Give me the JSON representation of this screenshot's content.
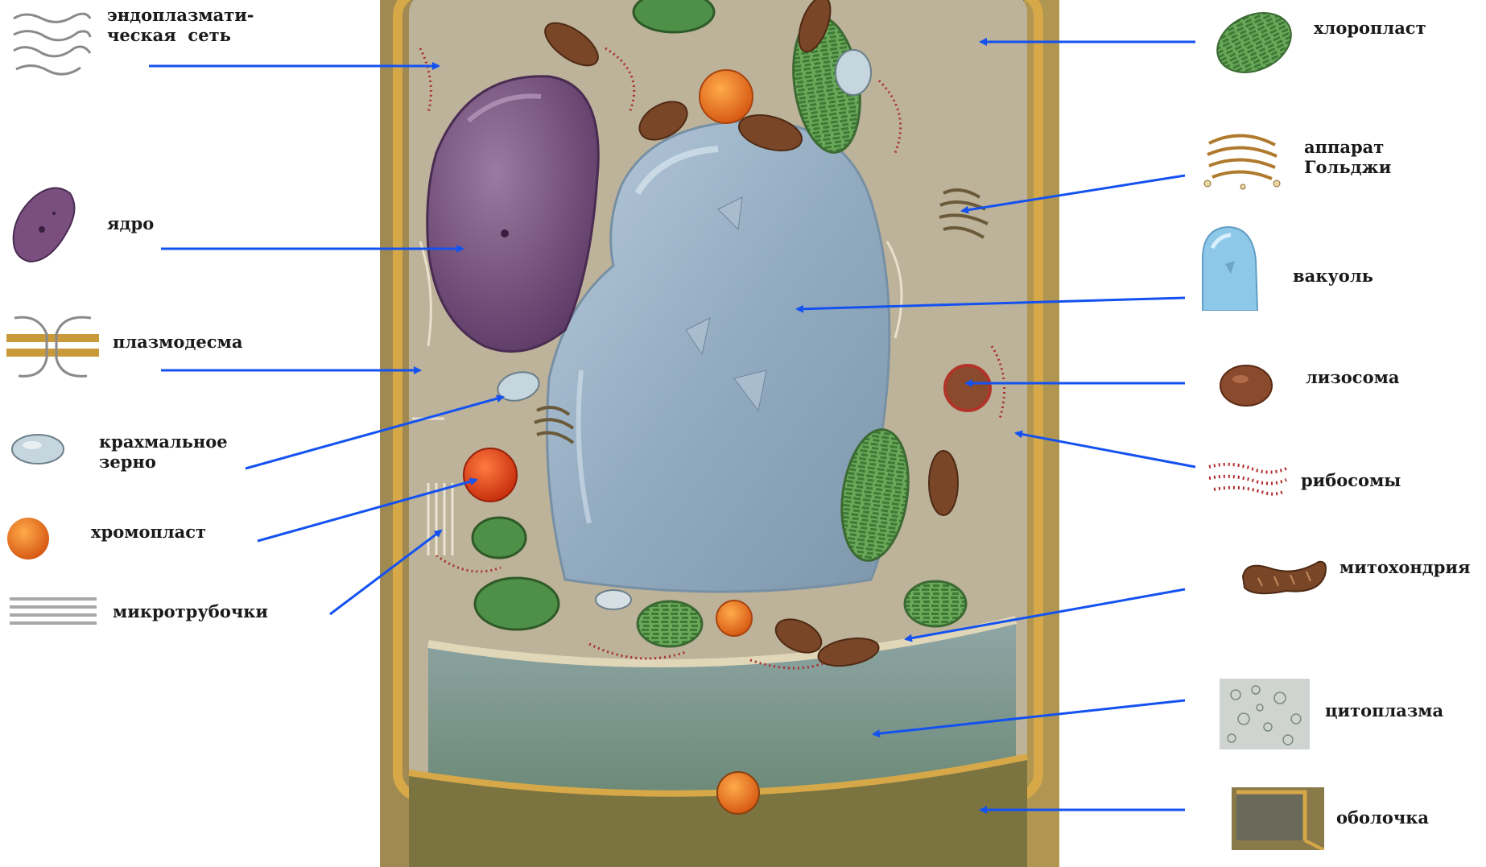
{
  "colors": {
    "arrow": "#1452f0",
    "cell_wall": "#c99a3a",
    "cytoplasm": "#b9ae94",
    "vacuole": "#9db4c8",
    "nucleus": "#7a4f7f",
    "chloroplast": "#5f9a50",
    "chromoplast": "#e8621a",
    "mitochondria": "#8a5030",
    "ribosome": "#b22a2a"
  },
  "labels": {
    "er": "эндоплазмати-\nческая  сеть",
    "nucleus": "ядро",
    "plasmodesma": "плазмодесма",
    "starch": "крахмальное\nзерно",
    "chromoplast": "хромопласт",
    "microtubules": "микротрубочки",
    "chloroplast": "хлоропласт",
    "golgi": "аппарат\nГольджи",
    "vacuole": "вакуоль",
    "lysosome": "лизосома",
    "ribosomes": "рибосомы",
    "mitochondria": "митохондрия",
    "cytoplasm": "цитоплазма",
    "wall": "оболочка"
  },
  "icons": {
    "er": "endoplasmic-reticulum-icon",
    "nucleus": "nucleus-icon",
    "plasmodesma": "plasmodesma-icon",
    "starch": "starch-grain-icon",
    "chromoplast": "chromoplast-icon",
    "microtubules": "microtubules-icon",
    "chloroplast": "chloroplast-icon",
    "golgi": "golgi-apparatus-icon",
    "vacuole": "vacuole-icon",
    "lysosome": "lysosome-icon",
    "ribosomes": "ribosomes-icon",
    "mitochondria": "mitochondria-icon",
    "cytoplasm": "cytoplasm-icon",
    "wall": "cell-wall-icon"
  }
}
